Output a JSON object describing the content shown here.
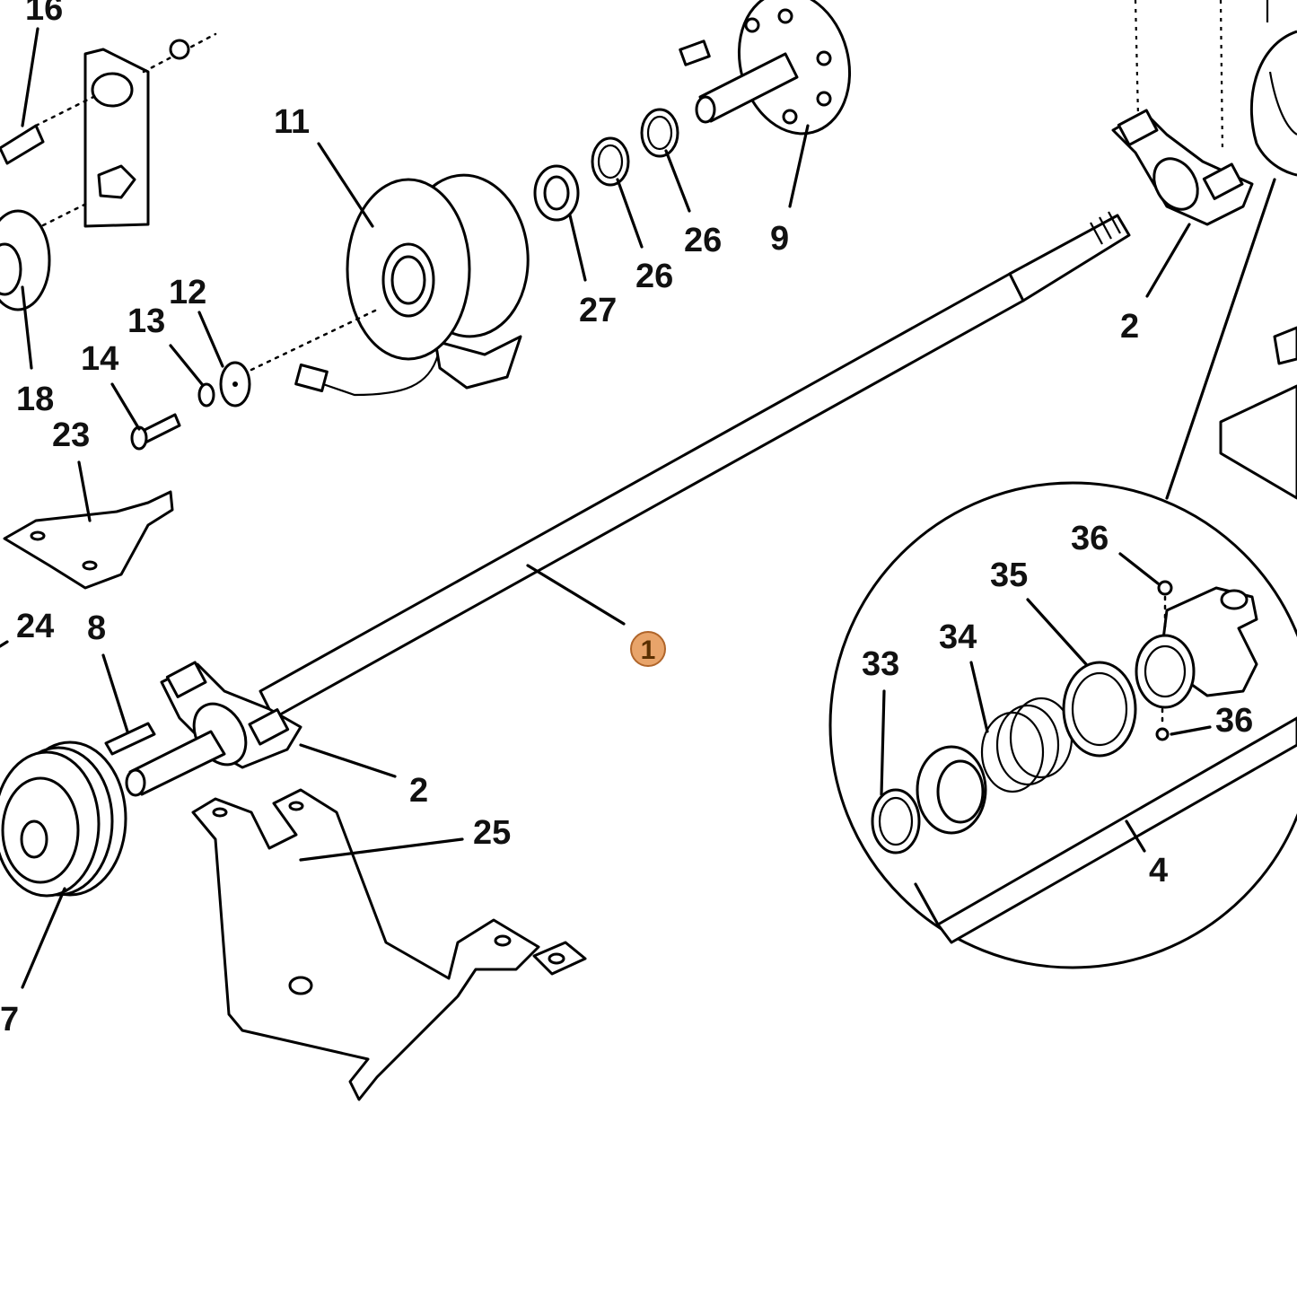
{
  "diagram": {
    "highlight_color": "#e8a46a",
    "highlighted_part": "1",
    "callouts": {
      "p16": "16",
      "p11": "11",
      "p9": "9",
      "p26a": "26",
      "p26b": "26",
      "p27": "27",
      "p12": "12",
      "p13": "13",
      "p14": "14",
      "p18": "18",
      "p23": "23",
      "p2_top": "2",
      "p24": "24",
      "p8": "8",
      "p1": "1",
      "p2_bottom": "2",
      "p25": "25",
      "p7": "7",
      "p36_top": "36",
      "p35": "35",
      "p34": "34",
      "p33": "33",
      "p36_bottom": "36",
      "p4": "4"
    }
  }
}
